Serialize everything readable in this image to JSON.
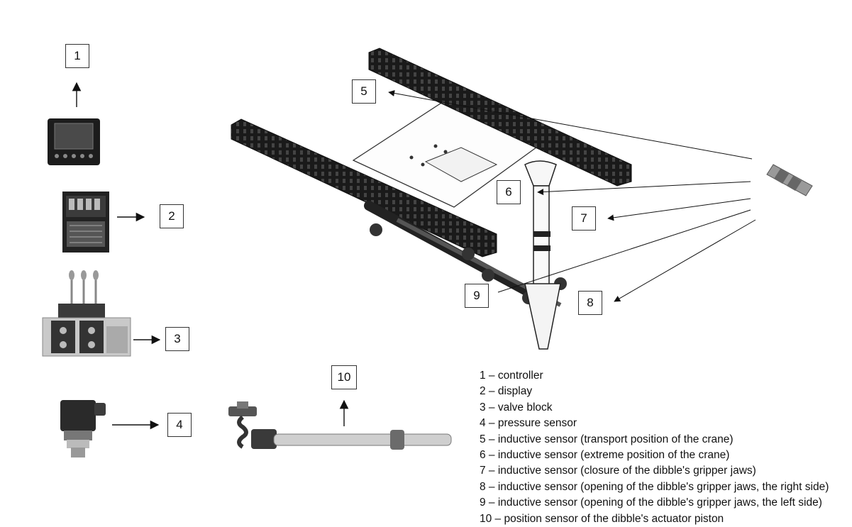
{
  "callouts": {
    "c1": "1",
    "c2": "2",
    "c3": "3",
    "c4": "4",
    "c5": "5",
    "c6": "6",
    "c7": "7",
    "c8": "8",
    "c9": "9",
    "c10": "10"
  },
  "legend": [
    "1 – controller",
    "2 – display",
    "3 – valve block",
    "4 – pressure sensor",
    "5 – inductive sensor (transport position of the crane)",
    "6 – inductive sensor (extreme position of the crane)",
    "7 – inductive sensor (closure of the dibble's gripper jaws)",
    "8 – inductive sensor (opening of the dibble's gripper jaws, the right side)",
    "9 – inductive sensor (opening of the dibble's gripper jaws, the left side)",
    "10 – position sensor of the dibble's actuator piston"
  ],
  "colors": {
    "line": "#222222",
    "metal_dark": "#1a1a1a",
    "metal_mid": "#6b6b6b",
    "metal_light": "#bdbdbd"
  }
}
